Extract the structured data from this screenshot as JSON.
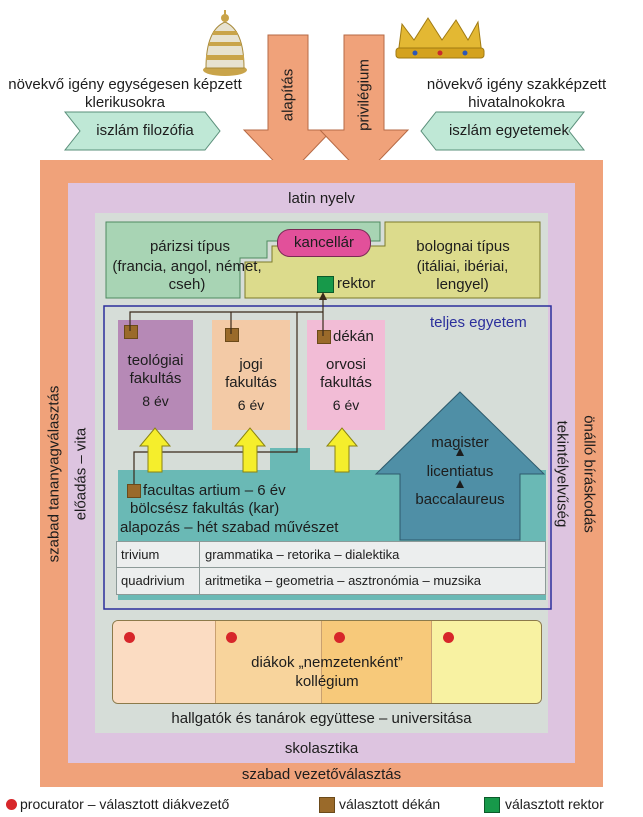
{
  "top": {
    "left_demand": "növekvő igény egységesen képzett klerikusokra",
    "left_banner": "iszlám filozófia",
    "right_demand": "növekvő igény szakképzett hivatalnokokra",
    "right_banner": "iszlám egyetemek",
    "arrow_left": "alapítás",
    "arrow_right": "privilégium"
  },
  "frame": {
    "outer_left": "szabad tananyagválasztás",
    "outer_right": "önálló bíráskodás",
    "outer_bottom": "szabad vezetőválasztás",
    "inner_top": "latin nyelv",
    "inner_left": "előadás – vita",
    "inner_right": "tekintélyelvűség",
    "inner_bottom": "skolasztika"
  },
  "types": {
    "paris_title": "párizsi típus",
    "paris_detail": "(francia, angol, német, cseh)",
    "kancellar": "kancellár",
    "bologna_title": "bolognai típus",
    "bologna_detail": "(itáliai, ibériai, lengyel)",
    "rektor": "rektor"
  },
  "university": {
    "label": "teljes egyetem",
    "dekan": "dékán",
    "faculties": [
      {
        "name": "teológiai fakultás",
        "years": "8 év"
      },
      {
        "name": "jogi fakultás",
        "years": "6 év"
      },
      {
        "name": "orvosi fakultás",
        "years": "6 év"
      }
    ],
    "artium_line1": "facultas artium – 6 év",
    "artium_line2": "bölcsész fakultás (kar)",
    "artium_line3": "alapozás – hét szabad művészet",
    "trivium_label": "trivium",
    "trivium_subjects": "grammatika – retorika – dialektika",
    "quadrivium_label": "quadrivium",
    "quadrivium_subjects": "aritmetika – geometria – asztronómia – muzsika",
    "degrees": [
      "magister",
      "licentiatus",
      "baccalaureus"
    ]
  },
  "students": {
    "nations": "diákok „nemzetenként”",
    "college": "kollégium",
    "universitas": "hallgatók és tanárok együttese – universitása"
  },
  "legend": {
    "procurator": "procurator – választott diákvezető",
    "dekan": "választott dékán",
    "rektor": "választott rektor"
  },
  "colors": {
    "outer": "#f0a27a",
    "middle": "#ddc4e0",
    "inner": "#d6ddd8",
    "paris": "#a8d4b4",
    "bologna": "#dcdb8c",
    "teal": "#6ab9b5",
    "theology": "#b689b6",
    "law": "#f3caa6",
    "medicine": "#f2bcd6",
    "kancellar": "#e2509a",
    "degree_arrow": "#4f8fa6",
    "yellow_arrow": "#f5ee2c",
    "dekan_square": "#9a6a2a",
    "rektor_square": "#17994a",
    "procurator_dot": "#d7262a",
    "frame_blue": "#2b2f9c"
  }
}
